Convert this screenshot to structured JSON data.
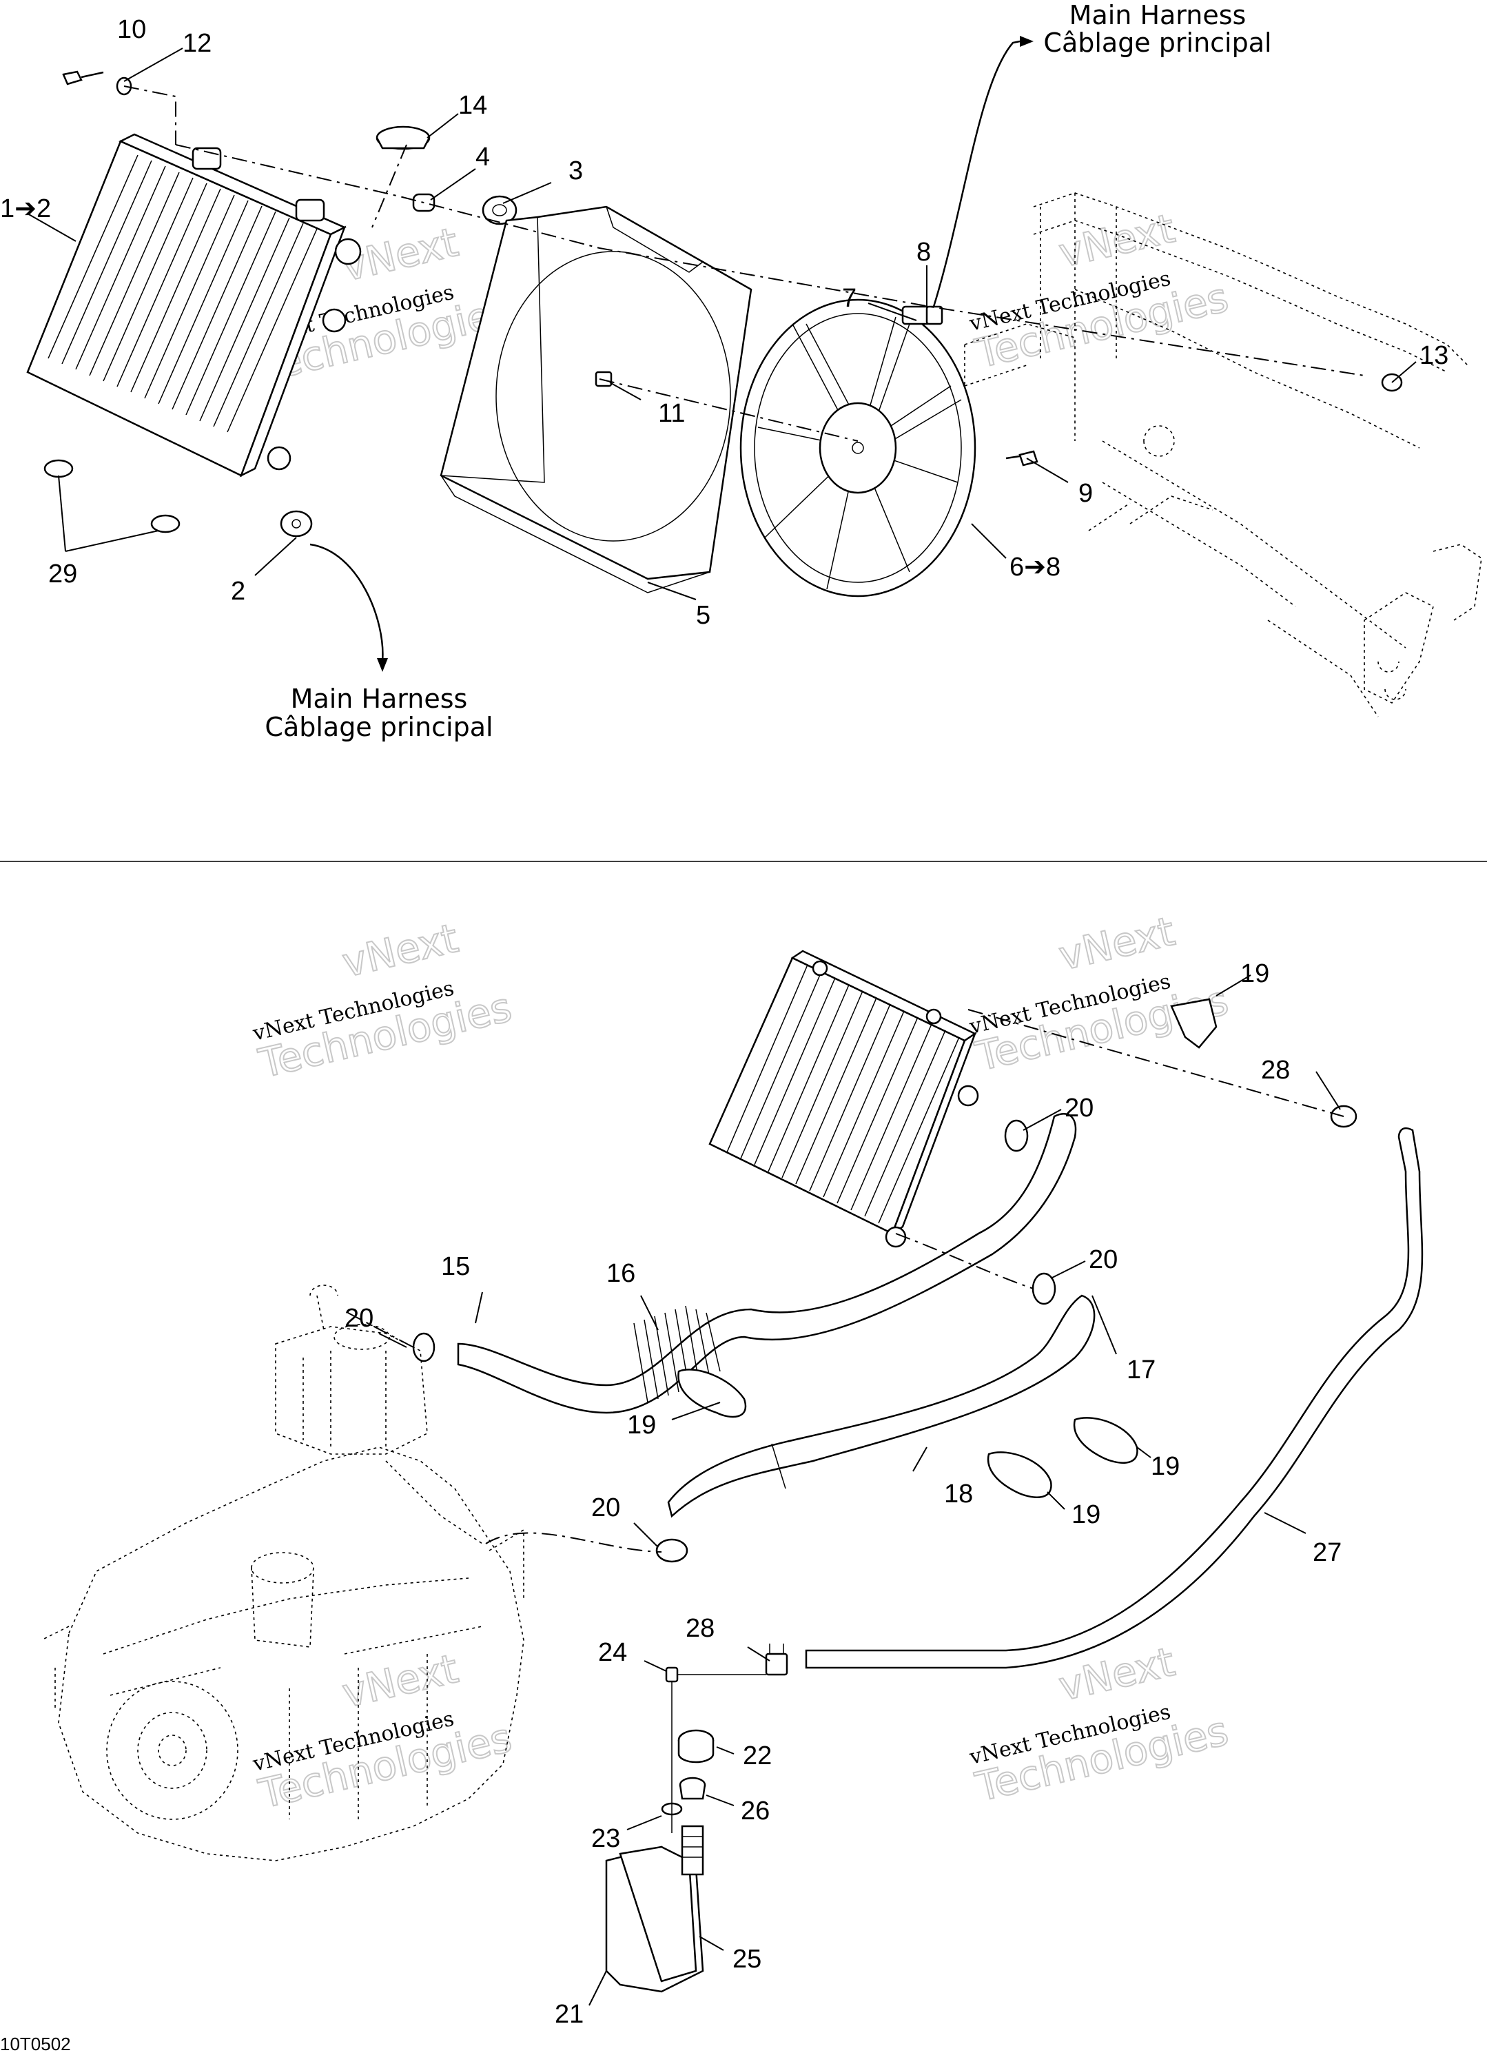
{
  "diagram_code": "10T0502",
  "harness": {
    "top": {
      "en": "Main Harness",
      "fr": "Câblage principal"
    },
    "left": {
      "en": "Main Harness",
      "fr": "Câblage principal"
    }
  },
  "watermark": {
    "line1": "vNext Technologies",
    "line2": "vNext",
    "line3": "Technologies"
  },
  "callouts": {
    "c10": "10",
    "c12": "12",
    "c14": "14",
    "c4": "4",
    "c3": "3",
    "c1_2": "1➔2",
    "c8": "8",
    "c7": "7",
    "c13": "13",
    "c11": "11",
    "c9": "9",
    "c6_8": "6➔8",
    "c29": "29",
    "c2": "2",
    "c5": "5",
    "c19a": "19",
    "c28a": "28",
    "c20a": "20",
    "c20b": "20",
    "c15": "15",
    "c16": "16",
    "c20c": "20",
    "c17": "17",
    "c19b": "19",
    "c19c": "19",
    "c18": "18",
    "c19d": "19",
    "c20d": "20",
    "c27": "27",
    "c28b": "28",
    "c24": "24",
    "c22": "22",
    "c26": "26",
    "c23": "23",
    "c25": "25",
    "c21": "21"
  }
}
